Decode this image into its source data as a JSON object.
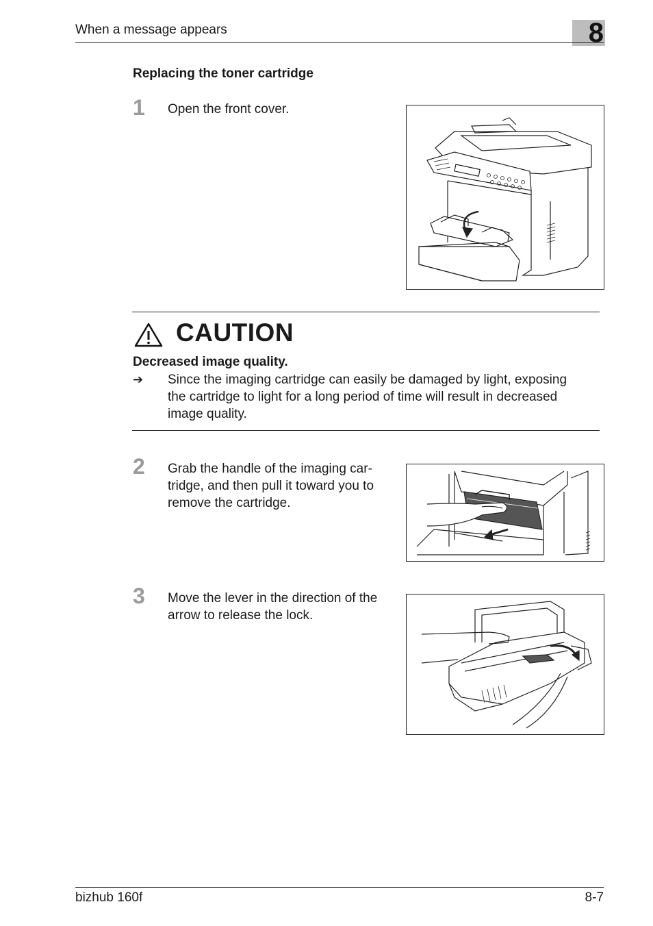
{
  "header": {
    "title": "When a message appears",
    "chapter": "8"
  },
  "section": {
    "title": "Replacing the toner cartridge"
  },
  "steps": [
    {
      "number": "1",
      "text": "Open the front cover."
    },
    {
      "number": "2",
      "text": "Grab the handle of the imaging car-\ntridge, and then pull it toward you to\nremove the cartridge."
    },
    {
      "number": "3",
      "text": "Move the lever in the direction of the\narrow to release the lock."
    }
  ],
  "caution": {
    "icon": "warning-triangle-icon",
    "title": "CAUTION",
    "subtitle": "Decreased image quality.",
    "bullet_icon": "arrow-right-icon",
    "bullet_symbol": "➔",
    "text": "Since the imaging cartridge can easily be damaged by light, exposing\nthe cartridge to light for a long period of time will result in decreased\nimage quality."
  },
  "footer": {
    "product": "bizhub 160f",
    "page": "8-7"
  }
}
